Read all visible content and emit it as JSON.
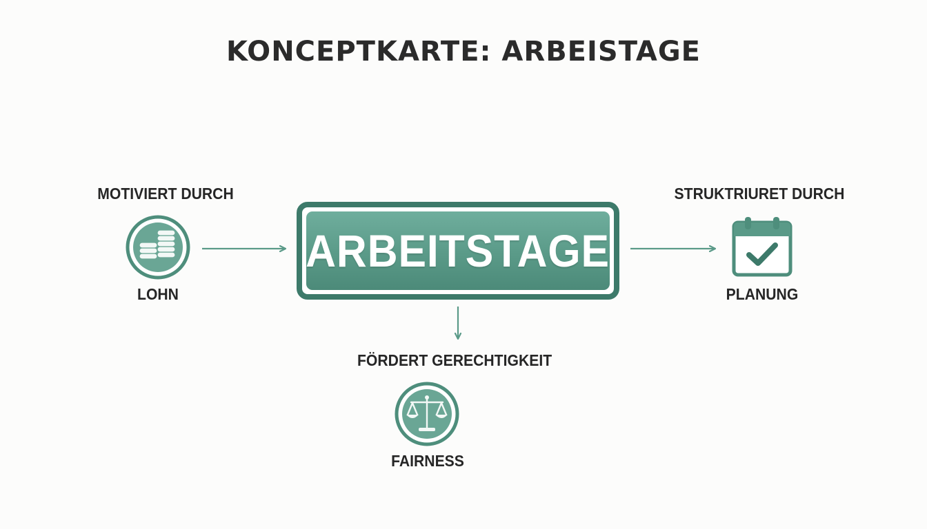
{
  "title": "KONCEPTKARTE: ARBEISTAGE",
  "central": {
    "label": "ARBEITSTAGE"
  },
  "nodes": {
    "left": {
      "relation": "MOTIVIERT DURCH",
      "label": "LOHN",
      "icon": "coins-icon"
    },
    "right": {
      "relation": "STRUKTRIURET DURCH",
      "label": "PLANUNG",
      "icon": "calendar-check-icon"
    },
    "bottom": {
      "relation": "FÖRDERT GERECHTIGKEIT",
      "label": "FAIRNESS",
      "icon": "scales-icon"
    }
  },
  "colors": {
    "accent": "#5a9a88",
    "accent_dark": "#3d7a6a",
    "text": "#262626",
    "background": "#fcfcfb"
  }
}
